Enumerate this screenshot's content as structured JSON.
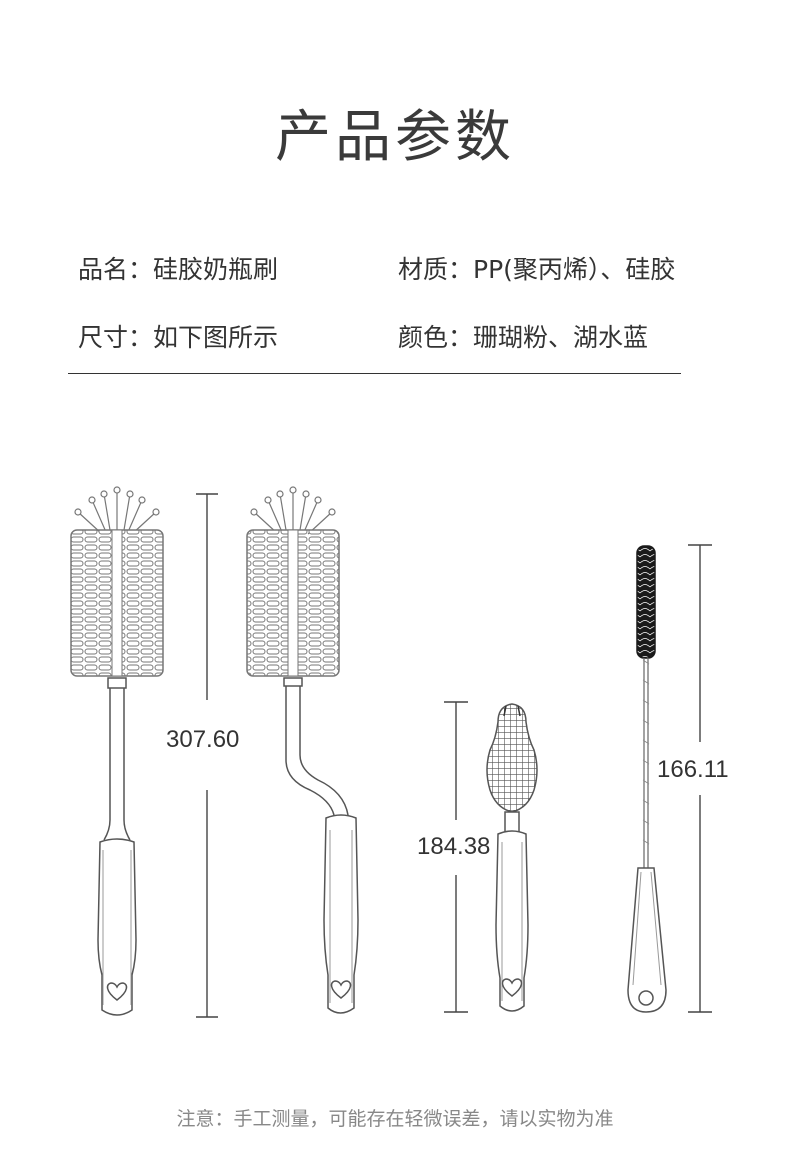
{
  "title": "产品参数",
  "specs": {
    "name": "品名：硅胶奶瓶刷",
    "material": "材质：PP(聚丙烯）、硅胶",
    "size": "尺寸：如下图所示",
    "color": "颜色：珊瑚粉、湖水蓝"
  },
  "dimensions": {
    "long_brush": "307.60",
    "small_brush": "184.38",
    "straw_brush": "166.11"
  },
  "note": "注意：手工测量，可能存在轻微误差，请以实物为准",
  "colors": {
    "line": "#555555",
    "bristle_dark": "#1a1a1a",
    "text": "#333333",
    "note": "#888888"
  }
}
